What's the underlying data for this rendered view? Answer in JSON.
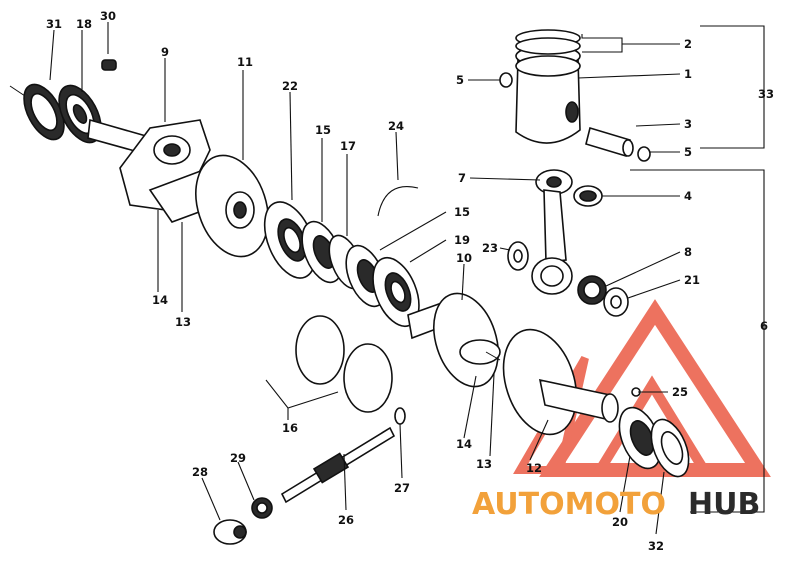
{
  "diagram": {
    "labels": [
      "31",
      "18",
      "30",
      "9",
      "11",
      "22",
      "15",
      "17",
      "24",
      "15",
      "19",
      "23",
      "14",
      "13",
      "16",
      "10",
      "14",
      "13",
      "12",
      "26",
      "27",
      "28",
      "29",
      "20",
      "32",
      "25",
      "2",
      "1",
      "33",
      "5",
      "3",
      "5",
      "7",
      "4",
      "8",
      "21",
      "6"
    ]
  },
  "logo": {
    "text_a": "AUTOMOTO",
    "text_b": "HUB",
    "color_primary": "#e8432a",
    "color_secondary": "#f2a13a",
    "color_dark": "#2b2b2b"
  }
}
